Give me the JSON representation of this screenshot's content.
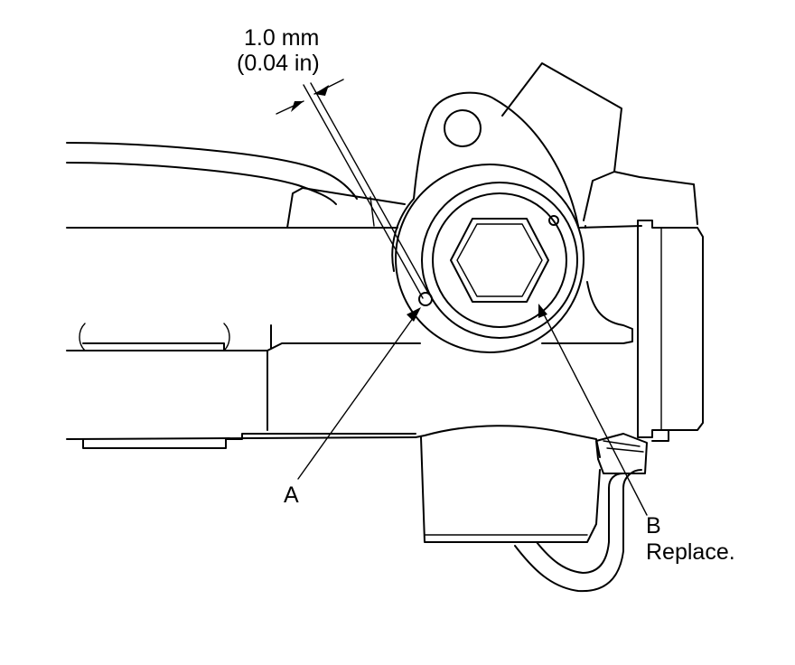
{
  "labels": {
    "measurement_value": "1.0 mm",
    "measurement_imperial": "(0.04 in)",
    "callout_a": "A",
    "callout_b": "B",
    "callout_b_note": "Replace."
  },
  "colors": {
    "line": "#000000",
    "background": "#ffffff"
  }
}
